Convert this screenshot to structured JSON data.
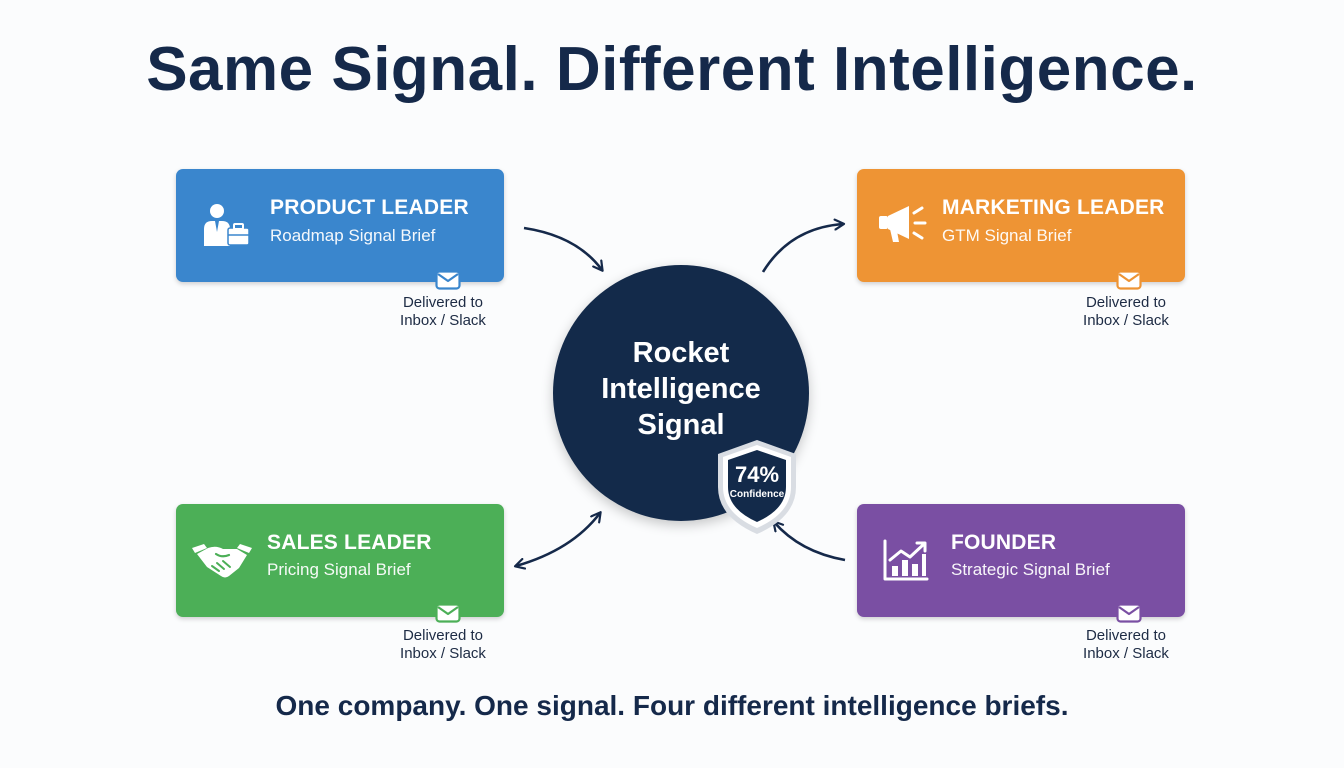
{
  "title": "Same Signal. Different Intelligence.",
  "footer": "One company. One signal. Four different intelligence briefs.",
  "hub": {
    "label_lines": [
      "Rocket",
      "Intelligence",
      "Signal"
    ],
    "confidence_value": "74%",
    "confidence_label": "Confidence",
    "color": "#132a4a"
  },
  "cards": [
    {
      "role": "PRODUCT LEADER",
      "brief": "Roadmap Signal Brief",
      "icon": "product-leader-icon",
      "color": "#3a86cd",
      "delivery_lines": [
        "Delivered to",
        "Inbox / Slack"
      ]
    },
    {
      "role": "MARKETING LEADER",
      "brief": "GTM Signal Brief",
      "icon": "megaphone-icon",
      "color": "#ee9434",
      "delivery_lines": [
        "Delivered to",
        "Inbox / Slack"
      ]
    },
    {
      "role": "SALES LEADER",
      "brief": "Pricing Signal Brief",
      "icon": "handshake-icon",
      "color": "#4caf57",
      "delivery_lines": [
        "Delivered to",
        "Inbox / Slack"
      ]
    },
    {
      "role": "FOUNDER",
      "brief": "Strategic Signal Brief",
      "icon": "growth-chart-icon",
      "color": "#7a4fa3",
      "delivery_lines": [
        "Delivered to",
        "Inbox / Slack"
      ]
    }
  ],
  "connections": [
    {
      "from": "PRODUCT LEADER",
      "to": "Rocket Intelligence Signal",
      "direction": "inbound"
    },
    {
      "from": "Rocket Intelligence Signal",
      "to": "MARKETING LEADER",
      "direction": "outbound"
    },
    {
      "from": "Rocket Intelligence Signal",
      "to": "SALES LEADER",
      "direction": "bidirectional"
    },
    {
      "from": "FOUNDER",
      "to": "Rocket Intelligence Signal",
      "direction": "inbound"
    }
  ]
}
